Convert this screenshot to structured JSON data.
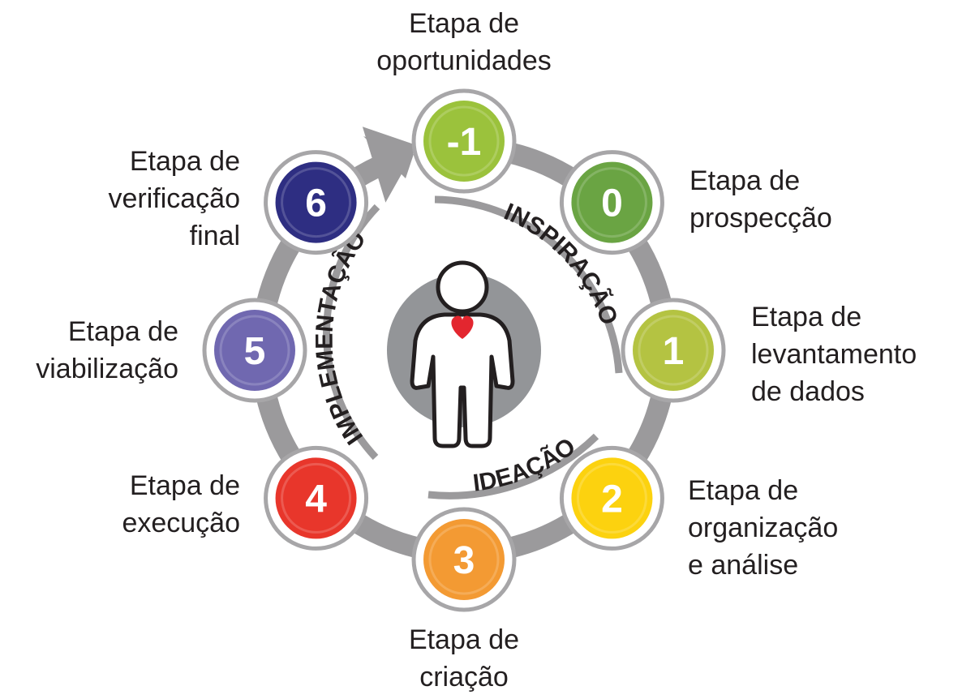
{
  "phases": [
    {
      "id": "inspiracao",
      "label": "INSPIRAÇÃO"
    },
    {
      "id": "ideacao",
      "label": "IDEAÇÃO"
    },
    {
      "id": "implementacao",
      "label": "IMPLEMENTAÇÃO"
    }
  ],
  "stages": [
    {
      "number": "-1",
      "color": "#9bc23c",
      "lines": [
        "Etapa de",
        "oportunidades"
      ]
    },
    {
      "number": "0",
      "color": "#6aa443",
      "lines": [
        "Etapa de",
        "prospecção"
      ]
    },
    {
      "number": "1",
      "color": "#b4c342",
      "lines": [
        "Etapa de",
        "levantamento",
        "de dados"
      ]
    },
    {
      "number": "2",
      "color": "#fcd20f",
      "lines": [
        "Etapa de",
        "organização",
        "e análise"
      ]
    },
    {
      "number": "3",
      "color": "#f39a33",
      "lines": [
        "Etapa de",
        "criação"
      ]
    },
    {
      "number": "4",
      "color": "#e8362b",
      "lines": [
        "Etapa de",
        "execução"
      ]
    },
    {
      "number": "5",
      "color": "#7068b0",
      "lines": [
        "Etapa de",
        "viabilização"
      ]
    },
    {
      "number": "6",
      "color": "#2e2e82",
      "lines": [
        "Etapa de",
        "verificação",
        "final"
      ]
    }
  ],
  "colors": {
    "ring": "#9b9a9c",
    "center_disc": "#939598",
    "heart": "#e3262f",
    "text": "#231f20"
  },
  "icons": [
    "person-icon",
    "heart-icon",
    "cycle-arrow-icon"
  ]
}
